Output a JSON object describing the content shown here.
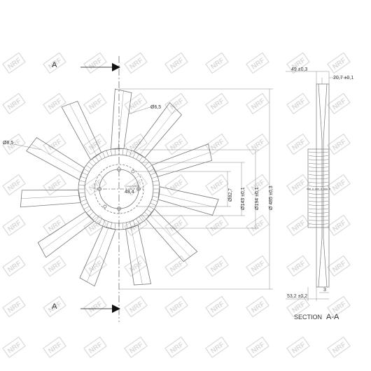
{
  "watermark": {
    "text": "NRF",
    "color": "#d9d9d9"
  },
  "section_marks": {
    "top_label": "A",
    "bottom_label": "A"
  },
  "dimensions": {
    "bolt_hole_top": "Ø6,5",
    "bolt_hole_left": "Ø8,5",
    "center_offset": "48,4",
    "bore": "Ø82,7",
    "bolt_circle_inner": "Ø143 ±0,1",
    "bolt_circle_outer": "Ø194 ±0,1",
    "outer_diameter": "Ø 485 ±0,3",
    "width_total": "49 ±0,3",
    "blade_width": "20,7 ±0,1",
    "hub_depth": "53,2 ±0,2",
    "bottom_small": "3"
  },
  "section_title": "SECTION",
  "section_name": "A-A",
  "colors": {
    "line": "#777777",
    "dark": "#111111",
    "dim_line": "#888888"
  }
}
